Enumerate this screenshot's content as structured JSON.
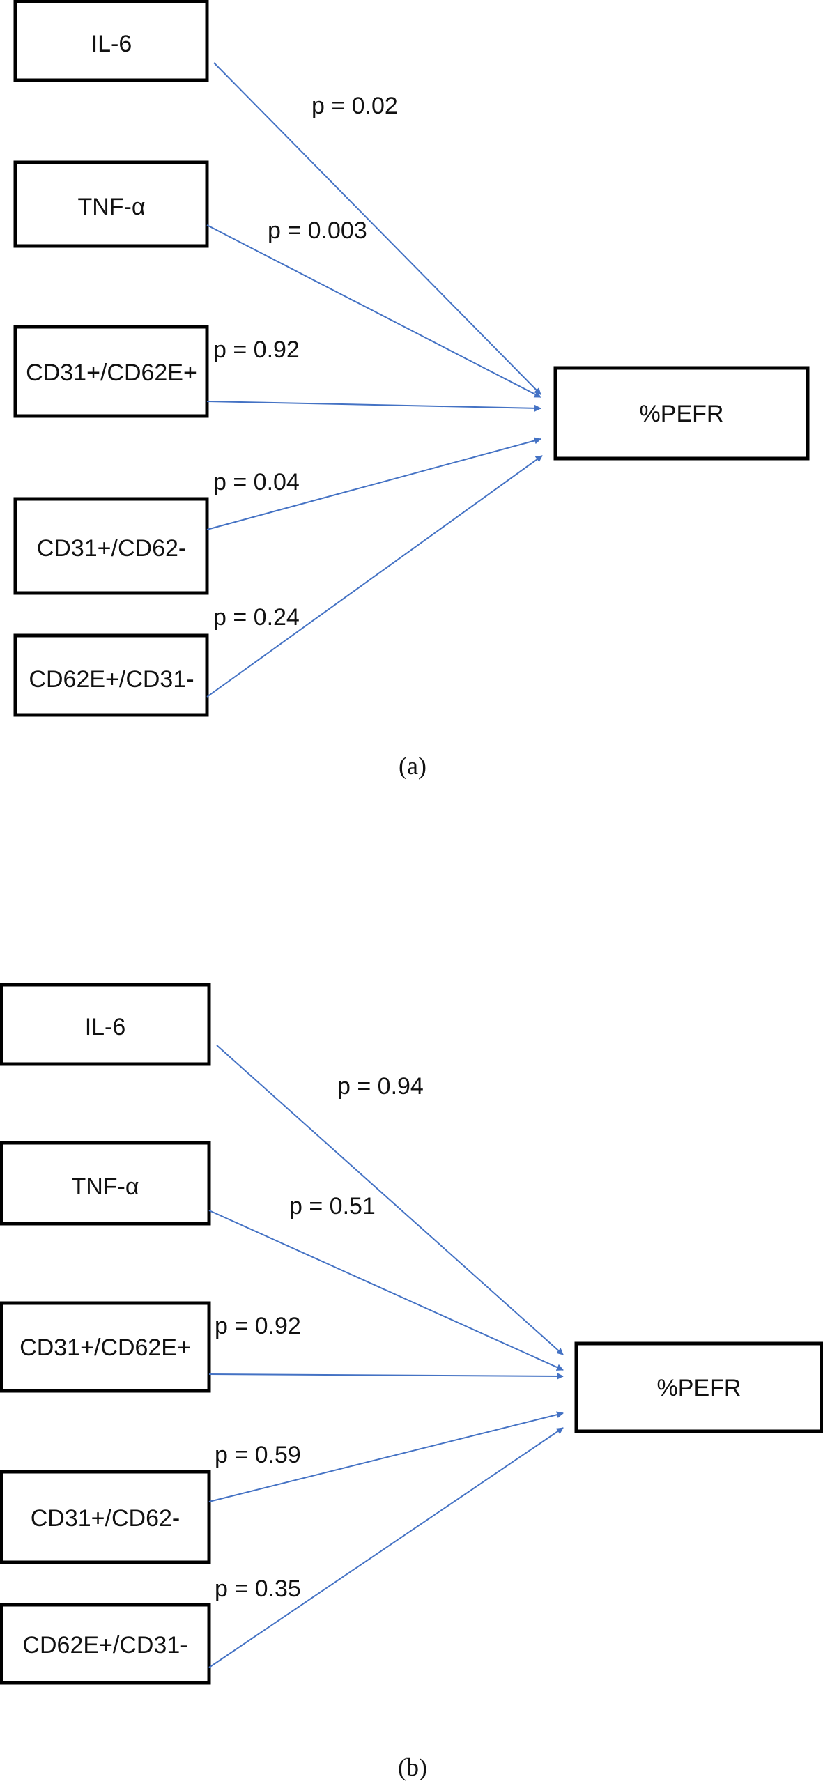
{
  "panels": [
    {
      "caption": "(a)",
      "sources": [
        {
          "label": "IL-6",
          "p": "p = 0.02"
        },
        {
          "label": "TNF-α",
          "p": "p = 0.003"
        },
        {
          "label": "CD31+/CD62E+",
          "p": "p = 0.92"
        },
        {
          "label": "CD31+/CD62-",
          "p": "p = 0.04"
        },
        {
          "label": "CD62E+/CD31-",
          "p": "p = 0.24"
        }
      ],
      "target": "%PEFR"
    },
    {
      "caption": "(b)",
      "sources": [
        {
          "label": "IL-6",
          "p": "p = 0.94"
        },
        {
          "label": "TNF-α",
          "p": "p = 0.51"
        },
        {
          "label": "CD31+/CD62E+",
          "p": "p = 0.92"
        },
        {
          "label": "CD31+/CD62-",
          "p": "p = 0.59"
        },
        {
          "label": "CD62E+/CD31-",
          "p": "p = 0.35"
        }
      ],
      "target": "%PEFR"
    }
  ],
  "colors": {
    "arrow": "#4472C4",
    "box_border": "#000000"
  }
}
